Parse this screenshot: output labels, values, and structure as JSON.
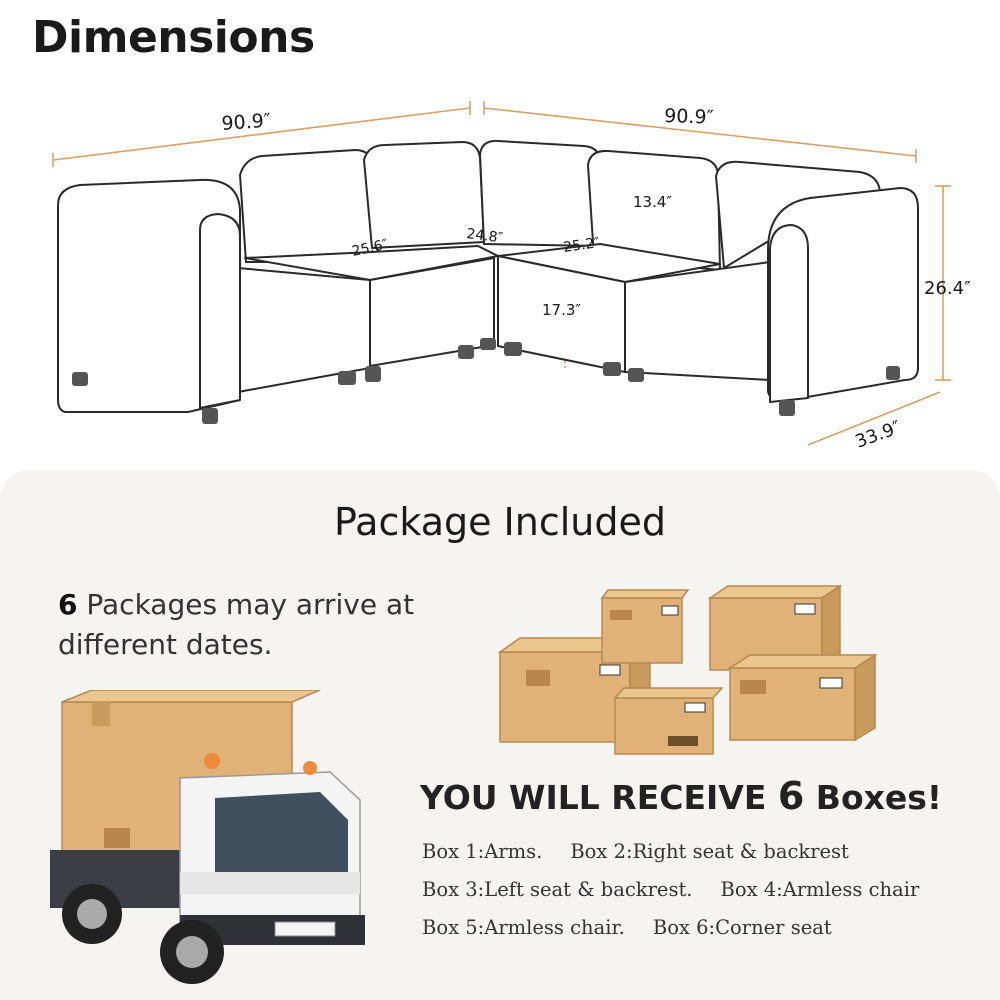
{
  "header": {
    "title": "Dimensions"
  },
  "dimensions": {
    "left_width": "90.9″",
    "right_width": "90.9″",
    "back_height": "13.4″",
    "seat_depth_left": "25.6″",
    "seat_depth_corner": "24.8″",
    "seat_depth_right": "25.2″",
    "seat_height": "17.3″",
    "total_height": "26.4″",
    "depth": "33.9″"
  },
  "package": {
    "title": "Package Included",
    "note_count": "6",
    "note_text": " Packages may arrive at different dates.",
    "receive_prefix": "YOU WILL RECEIVE ",
    "receive_count": "6",
    "receive_suffix": " Boxes!",
    "boxes": [
      "Box 1:Arms.",
      "Box 2:Right seat & backrest",
      "Box 3:Left seat & backrest.",
      "Box 4:Armless chair",
      "Box 5:Armless chair.",
      "Box 6:Corner seat"
    ]
  },
  "colors": {
    "accent_line": "#d9a066",
    "box_kraft": "#e0b277",
    "panel_bg": "#f6f4f0"
  }
}
